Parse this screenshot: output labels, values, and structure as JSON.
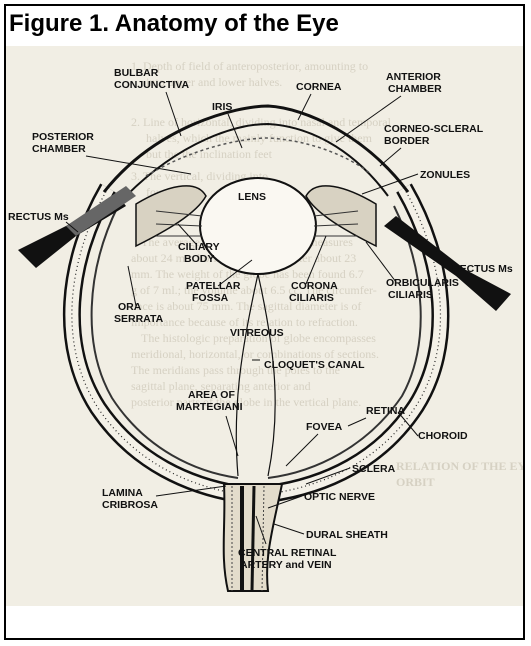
{
  "figure": {
    "title": "Figure 1. Anatomy of the Eye",
    "labels": {
      "bulbar_conjunctiva_1": "BULBAR",
      "bulbar_conjunctiva_2": "CONJUNCTIVA",
      "iris": "IRIS",
      "cornea": "CORNEA",
      "anterior_chamber_1": "ANTERIOR",
      "anterior_chamber_2": "CHAMBER",
      "posterior_chamber_1": "POSTERIOR",
      "posterior_chamber_2": "CHAMBER",
      "corneo_scleral_border_1": "CORNEO-SCLERAL",
      "corneo_scleral_border_2": "BORDER",
      "zonules": "ZONULES",
      "lens": "LENS",
      "rectus_left": "RECTUS Ms",
      "rectus_right": "RECTUS Ms",
      "ciliary_body_1": "CILIARY",
      "ciliary_body_2": "BODY",
      "patellar_fossa_1": "PATELLAR",
      "patellar_fossa_2": "FOSSA",
      "corona_ciliaris_1": "CORONA",
      "corona_ciliaris_2": "CILIARIS",
      "orbicularis_ciliaris_1": "ORBICULARIS",
      "orbicularis_ciliaris_2": "CILIARIS",
      "ora_serrata_1": "ORA",
      "ora_serrata_2": "SERRATA",
      "vitreous": "VITREOUS",
      "cloquets_canal": "CLOQUET'S CANAL",
      "area_of_martegiani_1": "AREA OF",
      "area_of_martegiani_2": "MARTEGIANI",
      "retina": "RETINA",
      "choroid": "CHOROID",
      "fovea": "FOVEA",
      "sclera": "SCLERA",
      "lamina_cribrosa_1": "LAMINA",
      "lamina_cribrosa_2": "CRIBROSA",
      "optic_nerve": "OPTIC NERVE",
      "dural_sheath": "DURAL SHEATH",
      "central_retinal_1": "CENTRAL RETINAL",
      "central_retinal_2": "ARTERY and VEIN"
    },
    "background_text": [
      "1. Depth of field of anteroposterior, amounting to",
      "into upper and lower halves.",
      "2. Line of horizontal, dividing into nasal and temporal",
      "halves, which the mainly function to give them",
      "but the the inclination feet",
      "3. The vertical, dividing into",
      "four hei",
      "The average diameter of the globe measures",
      "about 24 mm horizontal, the diameter about 23",
      "mm. The weight of the globe has been found 6.7",
      "g of 7 ml.; the volume about 6.5 cc. The circumfer-",
      "ence is about 75 mm. The sagittal diameter is of",
      "importance because of its relation to refraction.",
      "The histologic preparation of globe encompasses",
      "meridional, horizontal, or combinations of sections.",
      "The meridians pass through the poles to the",
      "sagittal plane, separating anterior and",
      "posterior parts of the globe in the vertical plane.",
      "RELATION OF THE EYE TO THE",
      "ORBIT"
    ]
  }
}
